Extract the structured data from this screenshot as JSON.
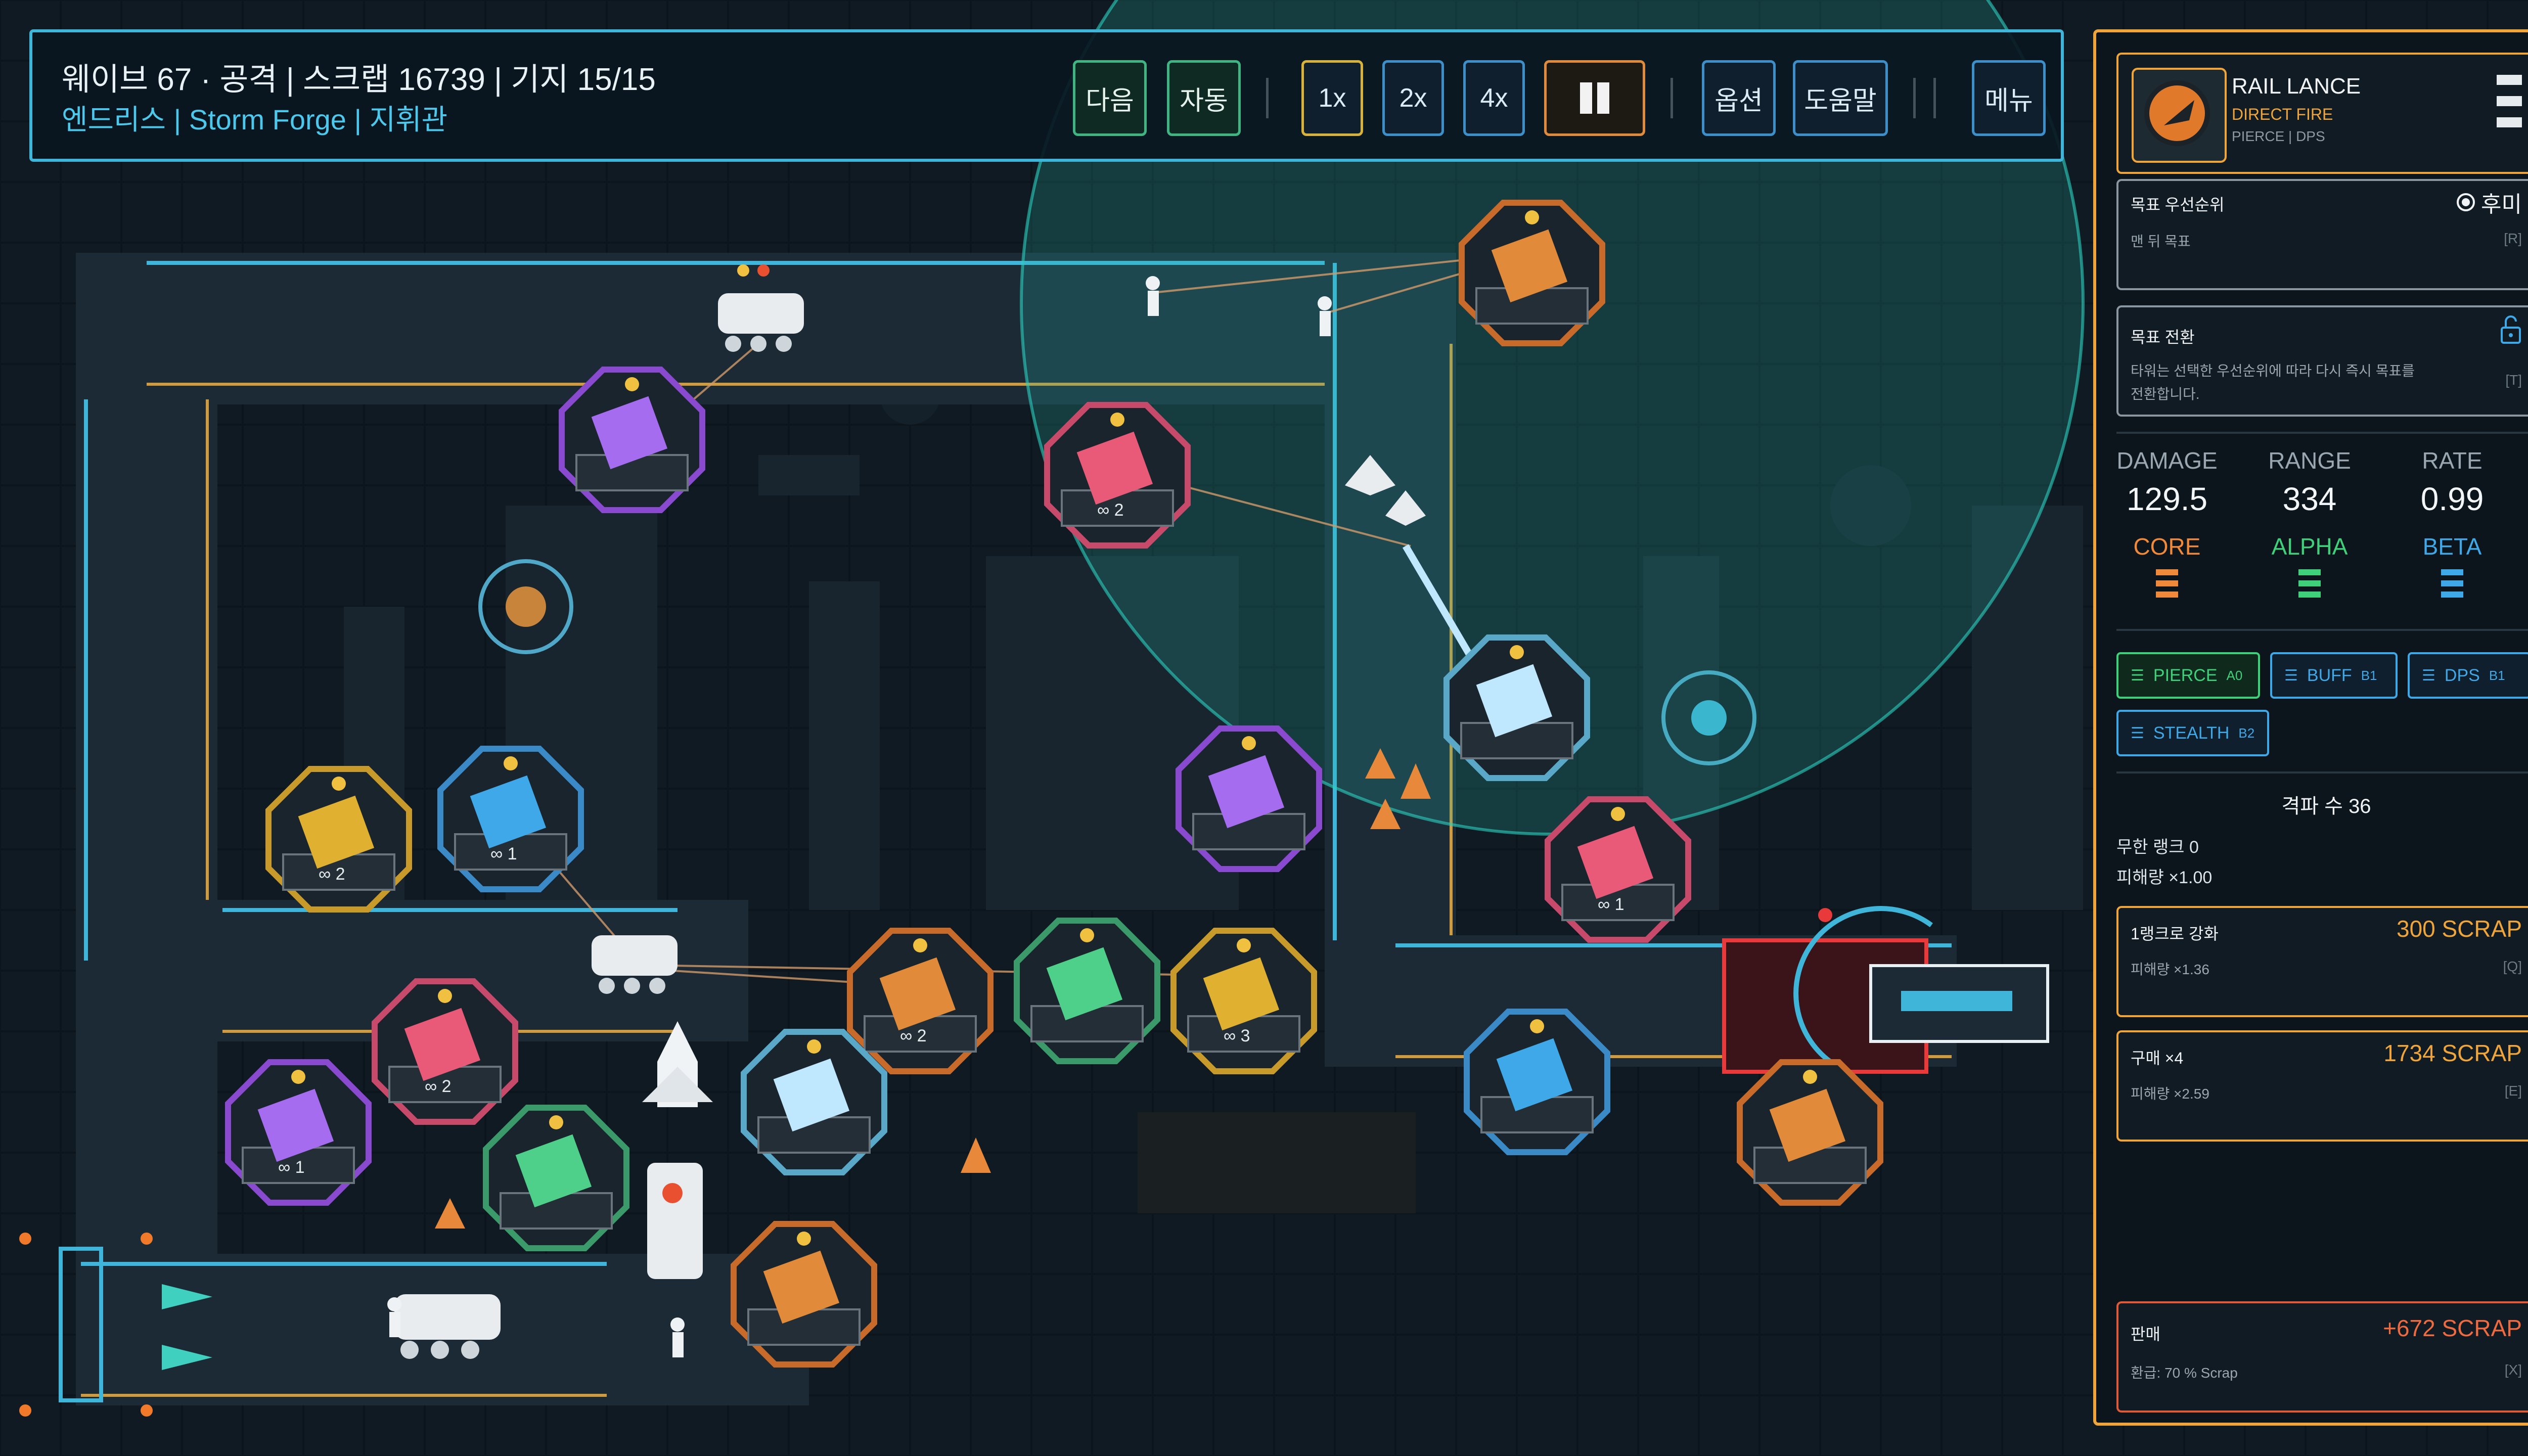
{
  "hud": {
    "title": "웨이브 67 · 공격 | 스크랩 16739 | 기지 15/15",
    "subtitle": "엔드리스 | Storm Forge | 지휘관",
    "buttons": {
      "next": "다음",
      "auto": "자동",
      "speed_1x": "1x",
      "speed_2x": "2x",
      "speed_4x": "4x",
      "options": "옵션",
      "help": "도움말",
      "menu": "메뉴"
    },
    "selected_speed": "1x",
    "paused": false
  },
  "tower_panel": {
    "name": "RAIL LANCE",
    "type": "DIRECT FIRE",
    "tags": "PIERCE | DPS",
    "target_priority": {
      "label": "목표 우선순위",
      "value": "후미",
      "desc": "맨 뒤 목표",
      "key": "[R]"
    },
    "retarget": {
      "label": "목표 전환",
      "desc_line1": "타워는 선택한 우선순위에 따라 다시 즉시 목표를",
      "desc_line2": "전환합니다.",
      "key": "[T]"
    },
    "stats": [
      {
        "label": "DAMAGE",
        "value": "129.5"
      },
      {
        "label": "RANGE",
        "value": "334"
      },
      {
        "label": "RATE",
        "value": "0.99"
      }
    ],
    "modules": [
      {
        "label": "CORE",
        "color": "#f08a3a"
      },
      {
        "label": "ALPHA",
        "color": "#3fd07a"
      },
      {
        "label": "BETA",
        "color": "#3fa8e8"
      }
    ],
    "chips": [
      {
        "label": "PIERCE",
        "rank": "A0",
        "color": "#3fd07a"
      },
      {
        "label": "BUFF",
        "rank": "B1",
        "color": "#3fa8e8"
      },
      {
        "label": "DPS",
        "rank": "B1",
        "color": "#3fa8e8"
      },
      {
        "label": "STEALTH",
        "rank": "B2",
        "color": "#3fa8e8"
      }
    ],
    "kills": "격파 수 36",
    "infinite_rank": "무한 랭크 0",
    "damage_mult": "피해량 ×1.00",
    "upgrade": {
      "label": "1랭크로 강화",
      "cost": "300 SCRAP",
      "mult": "피해량 ×1.36",
      "key": "[Q]"
    },
    "buy": {
      "label": "구매 ×4",
      "cost": "1734 SCRAP",
      "mult": "피해량 ×2.59",
      "key": "[E]"
    },
    "sell": {
      "label": "판매",
      "value": "+672 SCRAP",
      "note": "환급: 70 % Scrap",
      "key": "[X]"
    }
  },
  "tower_badges": [
    "∞ 2",
    "∞ 1",
    "∞ 2",
    "∞ 2",
    "∞ 2",
    "∞ 3",
    "∞ 1",
    "∞ 1"
  ],
  "colors": {
    "accent_blue": "#3fb6d9",
    "accent_orange": "#f0a53a",
    "range_circle": "#2bb7a8",
    "track": "#1c2a36"
  }
}
